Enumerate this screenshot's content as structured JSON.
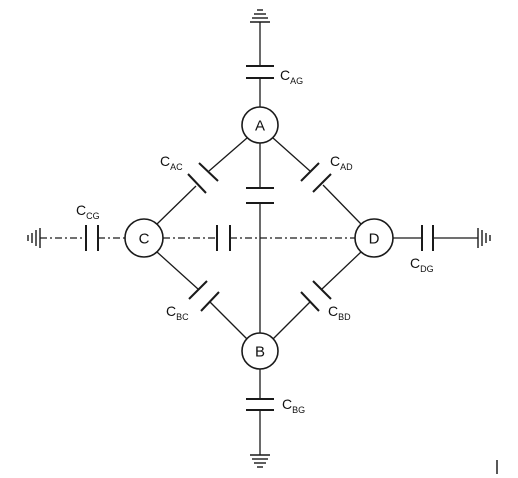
{
  "nodes": {
    "a": "A",
    "b": "B",
    "c": "C",
    "d": "D"
  },
  "capacitors": {
    "ag": {
      "main": "C",
      "sub": "AG"
    },
    "ac": {
      "main": "C",
      "sub": "AC"
    },
    "ad": {
      "main": "C",
      "sub": "AD"
    },
    "cg": {
      "main": "C",
      "sub": "CG"
    },
    "dg": {
      "main": "C",
      "sub": "DG"
    },
    "bc": {
      "main": "C",
      "sub": "BC"
    },
    "bd": {
      "main": "C",
      "sub": "BD"
    },
    "bg": {
      "main": "C",
      "sub": "BG"
    }
  }
}
